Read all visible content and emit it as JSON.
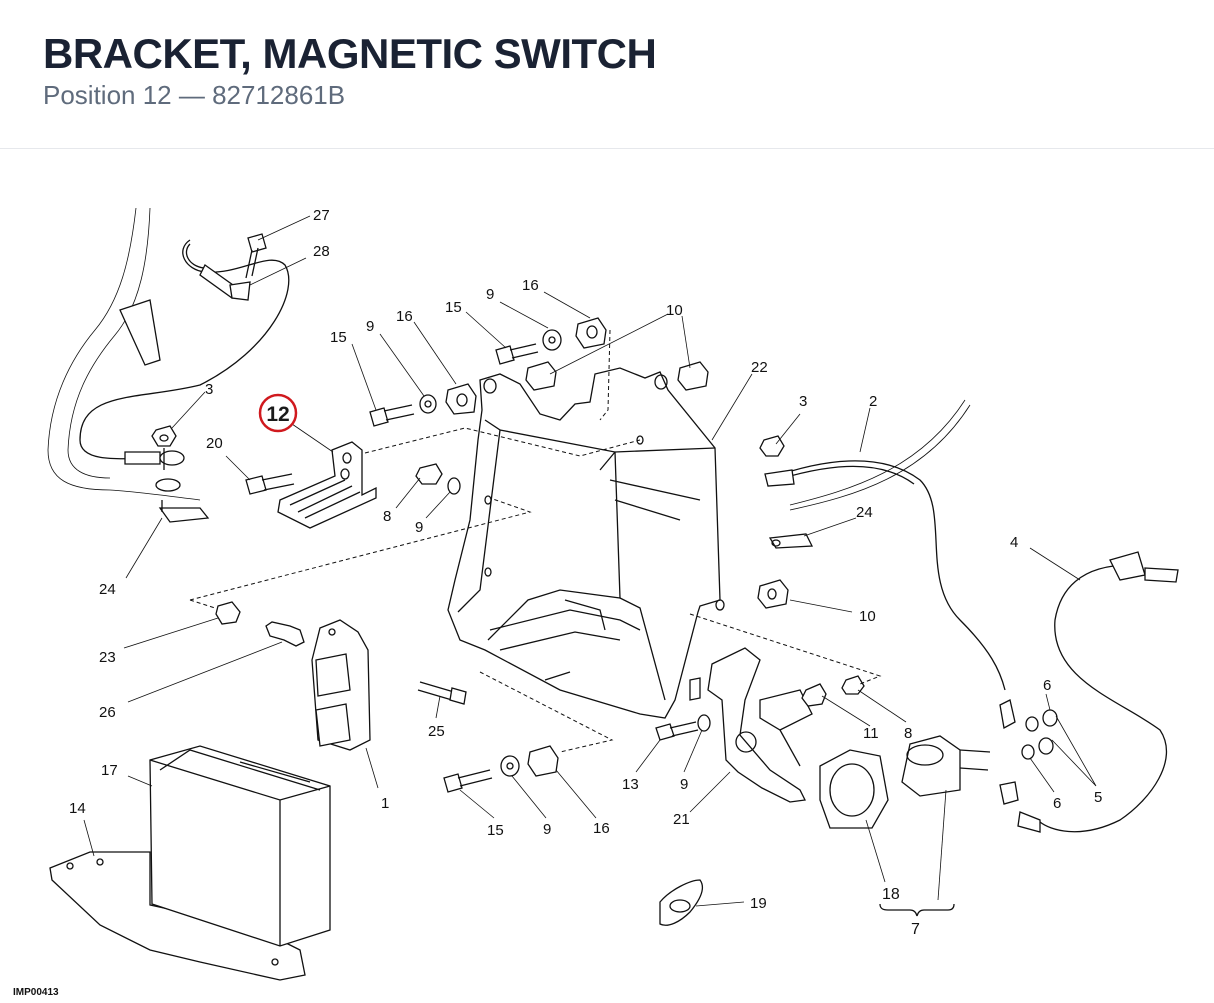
{
  "header": {
    "title": "BRACKET, MAGNETIC SWITCH",
    "subtitle": "Position 12 — 82712861B"
  },
  "diagram": {
    "highlighted_callout": "12",
    "drawing_code": "IMP00413",
    "callouts": {
      "c27": "27",
      "c28": "28",
      "c3a": "3",
      "c20": "20",
      "c24a": "24",
      "c15a": "15",
      "c9a": "9",
      "c16a": "16",
      "c15b": "15",
      "c9b": "9",
      "c16b": "16",
      "c10a": "10",
      "c22": "22",
      "c3b": "3",
      "c2": "2",
      "c24b": "24",
      "c8a": "8",
      "c9c": "9",
      "c23": "23",
      "c26": "26",
      "c25": "25",
      "c1": "1",
      "c10b": "10",
      "c4": "4",
      "c6a": "6",
      "c6b": "6",
      "c5": "5",
      "c11": "11",
      "c8b": "8",
      "c13": "13",
      "c9d": "9",
      "c21": "21",
      "c15c": "15",
      "c9e": "9",
      "c16c": "16",
      "c17": "17",
      "c14": "14",
      "c18": "18",
      "c7": "7",
      "c19": "19"
    }
  }
}
